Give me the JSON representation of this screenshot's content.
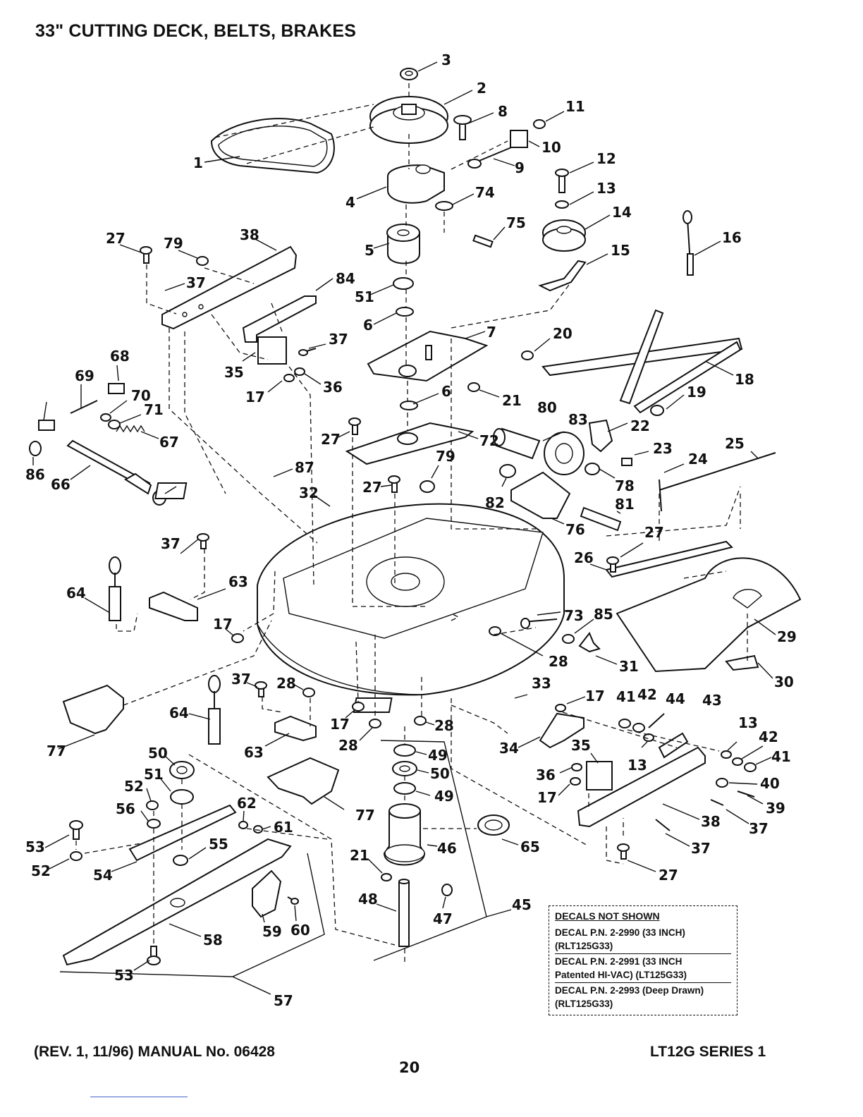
{
  "title": "33\" CUTTING DECK, BELTS, BRAKES",
  "decals": {
    "header": "DECALS NOT SHOWN",
    "entries": [
      [
        "DECAL P.N. 2-2990 (33 INCH)",
        "(RLT125G33)"
      ],
      [
        "DECAL P.N. 2-2991 (33 INCH",
        "Patented HI-VAC) (LT125G33)"
      ],
      [
        "DECAL P.N. 2-2993 (Deep Drawn)",
        "(RLT125G33)"
      ]
    ]
  },
  "footer": {
    "left": "(REV. 1, 11/96) MANUAL No. 06428",
    "right": "LT12G SERIES 1",
    "page": "20"
  },
  "callouts": [
    "3",
    "2",
    "8",
    "11",
    "10",
    "9",
    "1",
    "4",
    "74",
    "75",
    "12",
    "13",
    "14",
    "15",
    "16",
    "27",
    "79",
    "38",
    "37",
    "84",
    "5",
    "51",
    "6",
    "7",
    "20",
    "18",
    "19",
    "21",
    "22",
    "68",
    "69",
    "70",
    "71",
    "67",
    "86",
    "66",
    "35",
    "37",
    "17",
    "36",
    "6",
    "27",
    "72",
    "80",
    "83",
    "23",
    "25",
    "24",
    "87",
    "32",
    "79",
    "27",
    "78",
    "82",
    "81",
    "76",
    "27",
    "26",
    "37",
    "63",
    "64",
    "17",
    "73",
    "85",
    "29",
    "28",
    "31",
    "30",
    "37",
    "28",
    "64",
    "63",
    "17",
    "28",
    "33",
    "17",
    "41",
    "42",
    "44",
    "43",
    "77",
    "77",
    "50",
    "51",
    "49",
    "50",
    "49",
    "28",
    "34",
    "35",
    "13",
    "13",
    "42",
    "41",
    "40",
    "52",
    "56",
    "62",
    "61",
    "36",
    "17",
    "39",
    "38",
    "37",
    "53",
    "52",
    "54",
    "55",
    "21",
    "46",
    "65",
    "37",
    "27",
    "48",
    "47",
    "45",
    "59",
    "60",
    "58",
    "53",
    "57"
  ]
}
